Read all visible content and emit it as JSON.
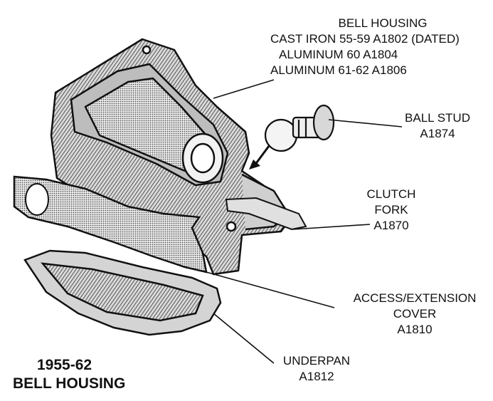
{
  "callouts": {
    "bell_housing": {
      "title": "BELL HOUSING",
      "lines": [
        "CAST IRON  55-59  A1802 (DATED)",
        "ALUMINUM  60  A1804",
        "ALUMINUM  61-62  A1806"
      ]
    },
    "ball_stud": {
      "name": "BALL STUD",
      "part": "A1874"
    },
    "clutch_fork": {
      "line1": "CLUTCH",
      "line2": "FORK",
      "part": "A1870"
    },
    "access_cover": {
      "line1": "ACCESS/EXTENSION",
      "line2": "COVER",
      "part": "A1810"
    },
    "underpan": {
      "name": "UNDERPAN",
      "part": "A1812"
    }
  },
  "caption": {
    "years": "1955-62",
    "title": "BELL HOUSING"
  },
  "colors": {
    "ink": "#111111",
    "paper": "#ffffff",
    "shade": "#8a8a8a"
  }
}
